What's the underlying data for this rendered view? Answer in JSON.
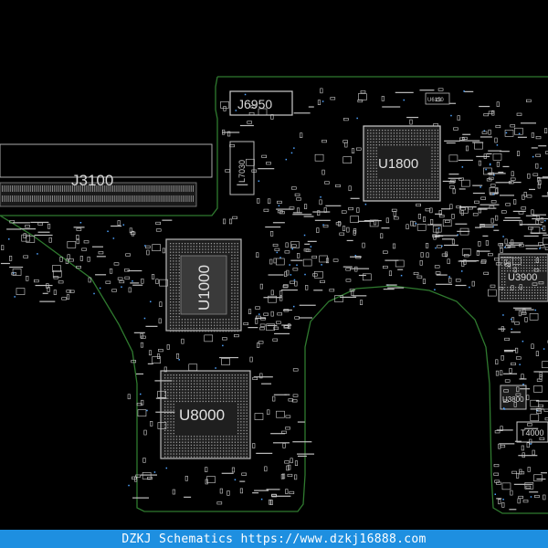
{
  "board": {
    "outline_color": "#2f7a2f",
    "part_color": "#cfcfcf",
    "label_color": "#d8d8d8",
    "connectors": [
      {
        "id": "J3100",
        "label": "J3100"
      },
      {
        "id": "J6950",
        "label": "J6950"
      }
    ],
    "chips": [
      {
        "id": "U1800",
        "label": "U1800"
      },
      {
        "id": "U1000",
        "label": "U1000"
      },
      {
        "id": "U8000",
        "label": "U8000"
      },
      {
        "id": "U3900",
        "label": "U3900"
      },
      {
        "id": "U3800",
        "label": "U3800"
      },
      {
        "id": "T4000",
        "label": "T4000"
      },
      {
        "id": "L7030",
        "label": "L7030"
      },
      {
        "id": "U6150",
        "label": "U6150"
      }
    ]
  },
  "footer": {
    "brand": "DZKJ Schematics",
    "url": "https://www.dzkj16888.com",
    "background": "#1e8fe0"
  }
}
